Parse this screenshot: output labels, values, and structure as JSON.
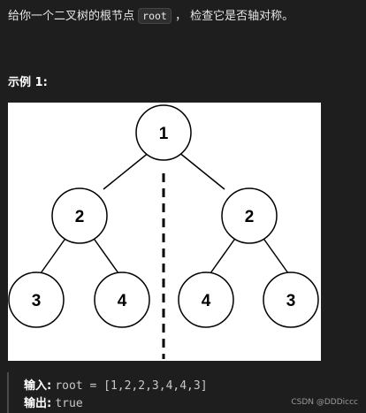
{
  "intro": {
    "prefix": "给你一个二叉树的根节点",
    "code": "root",
    "suffix": "， 检查它是否轴对称。"
  },
  "example": {
    "title": "示例 1:"
  },
  "tree": {
    "nodes": [
      {
        "id": "n1",
        "label": "1"
      },
      {
        "id": "n2l",
        "label": "2"
      },
      {
        "id": "n2r",
        "label": "2"
      },
      {
        "id": "n3l",
        "label": "3"
      },
      {
        "id": "n4l",
        "label": "4"
      },
      {
        "id": "n4r",
        "label": "4"
      },
      {
        "id": "n3r",
        "label": "3"
      }
    ]
  },
  "io": {
    "input_label": "输入:",
    "input_value": "root = [1,2,2,3,4,4,3]",
    "output_label": "输出:",
    "output_value": "true"
  },
  "watermark": "CSDN @DDDiccc"
}
